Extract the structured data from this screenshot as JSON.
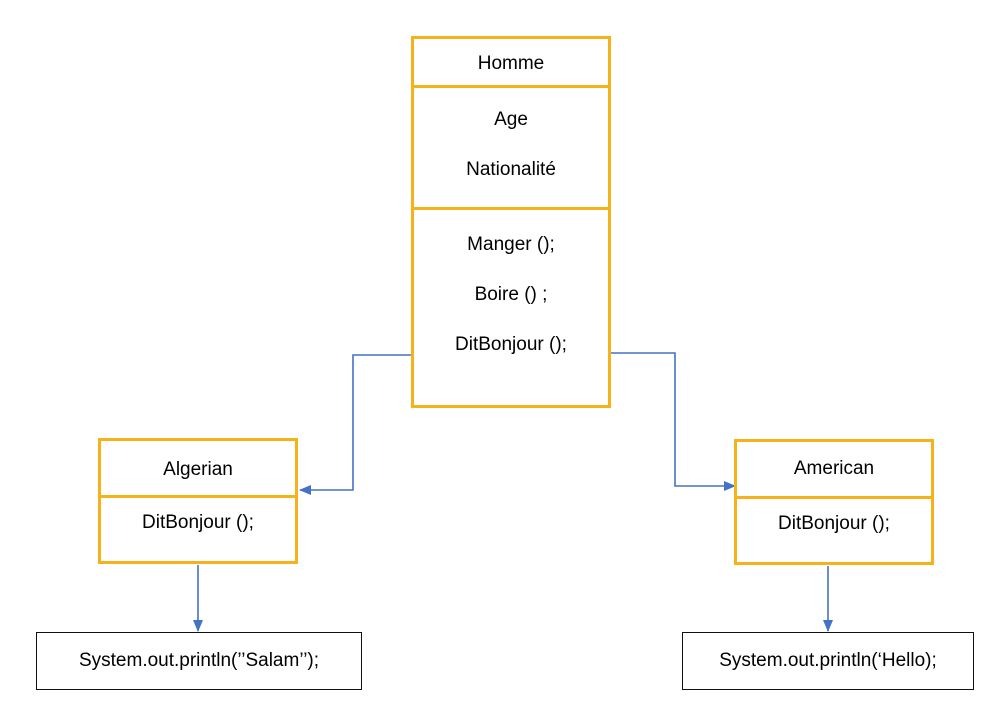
{
  "colors": {
    "class_border": "#f6b21b",
    "connector": "#4472c4",
    "code_border": "#111111"
  },
  "homme": {
    "name": "Homme",
    "attributes": [
      "Age",
      "Nationalité"
    ],
    "methods": [
      "Manger ();",
      "Boire () ;",
      "DitBonjour ();"
    ]
  },
  "algerian": {
    "name": "Algerian",
    "methods": [
      "DitBonjour ();"
    ],
    "code": "System.out.println(’’Salam’’);"
  },
  "american": {
    "name": "American",
    "methods": [
      "DitBonjour ();"
    ],
    "code": "System.out.println(‘Hello);"
  }
}
